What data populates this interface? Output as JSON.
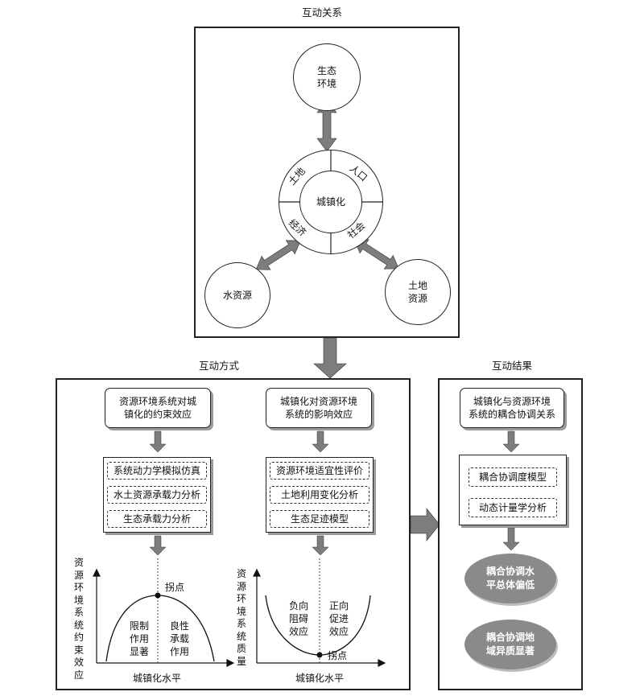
{
  "top": {
    "title": "互动关系",
    "eco": [
      "生态",
      "环境"
    ],
    "center": "城镇化",
    "ring": [
      "土地",
      "人口",
      "经济",
      "社会"
    ],
    "water": "水资源",
    "land": [
      "土地",
      "资源"
    ]
  },
  "mode": {
    "title": "互动方式",
    "left_header": [
      "资源环境系统对城",
      "镇化的约束效应"
    ],
    "left_items": [
      "系统动力学模拟仿真",
      "水土资源承载力分析",
      "生态承载力分析"
    ],
    "right_header": [
      "城镇化对资源环境",
      "系统的影响效应"
    ],
    "right_items": [
      "资源环境适宜性评价",
      "土地利用变化分析",
      "生态足迹模型"
    ]
  },
  "chart_left": {
    "ylabel": "资源环境系统约束效应",
    "xlabel": "城镇化水平",
    "point": "拐点",
    "left_text": [
      "限制",
      "作用",
      "显著"
    ],
    "right_text": [
      "良性",
      "承载",
      "作用"
    ]
  },
  "chart_right": {
    "ylabel": "资源环境系统质量",
    "xlabel": "城镇化水平",
    "point": "拐点",
    "left_text": [
      "负向",
      "阻碍",
      "效应"
    ],
    "right_text": [
      "正向",
      "促进",
      "效应"
    ]
  },
  "result": {
    "title": "互动结果",
    "header": [
      "城镇化与资源环境",
      "系统的耦合协调关系"
    ],
    "items": [
      "耦合协调度模型",
      "动态计量学分析"
    ],
    "oval1": [
      "耦合协调水",
      "平总体偏低"
    ],
    "oval2": [
      "耦合协调地",
      "域异质显著"
    ]
  },
  "colors": {
    "arrow": "#7d7d7d",
    "oval": "#8a8a8a",
    "shadow": "#9a9a9a"
  }
}
